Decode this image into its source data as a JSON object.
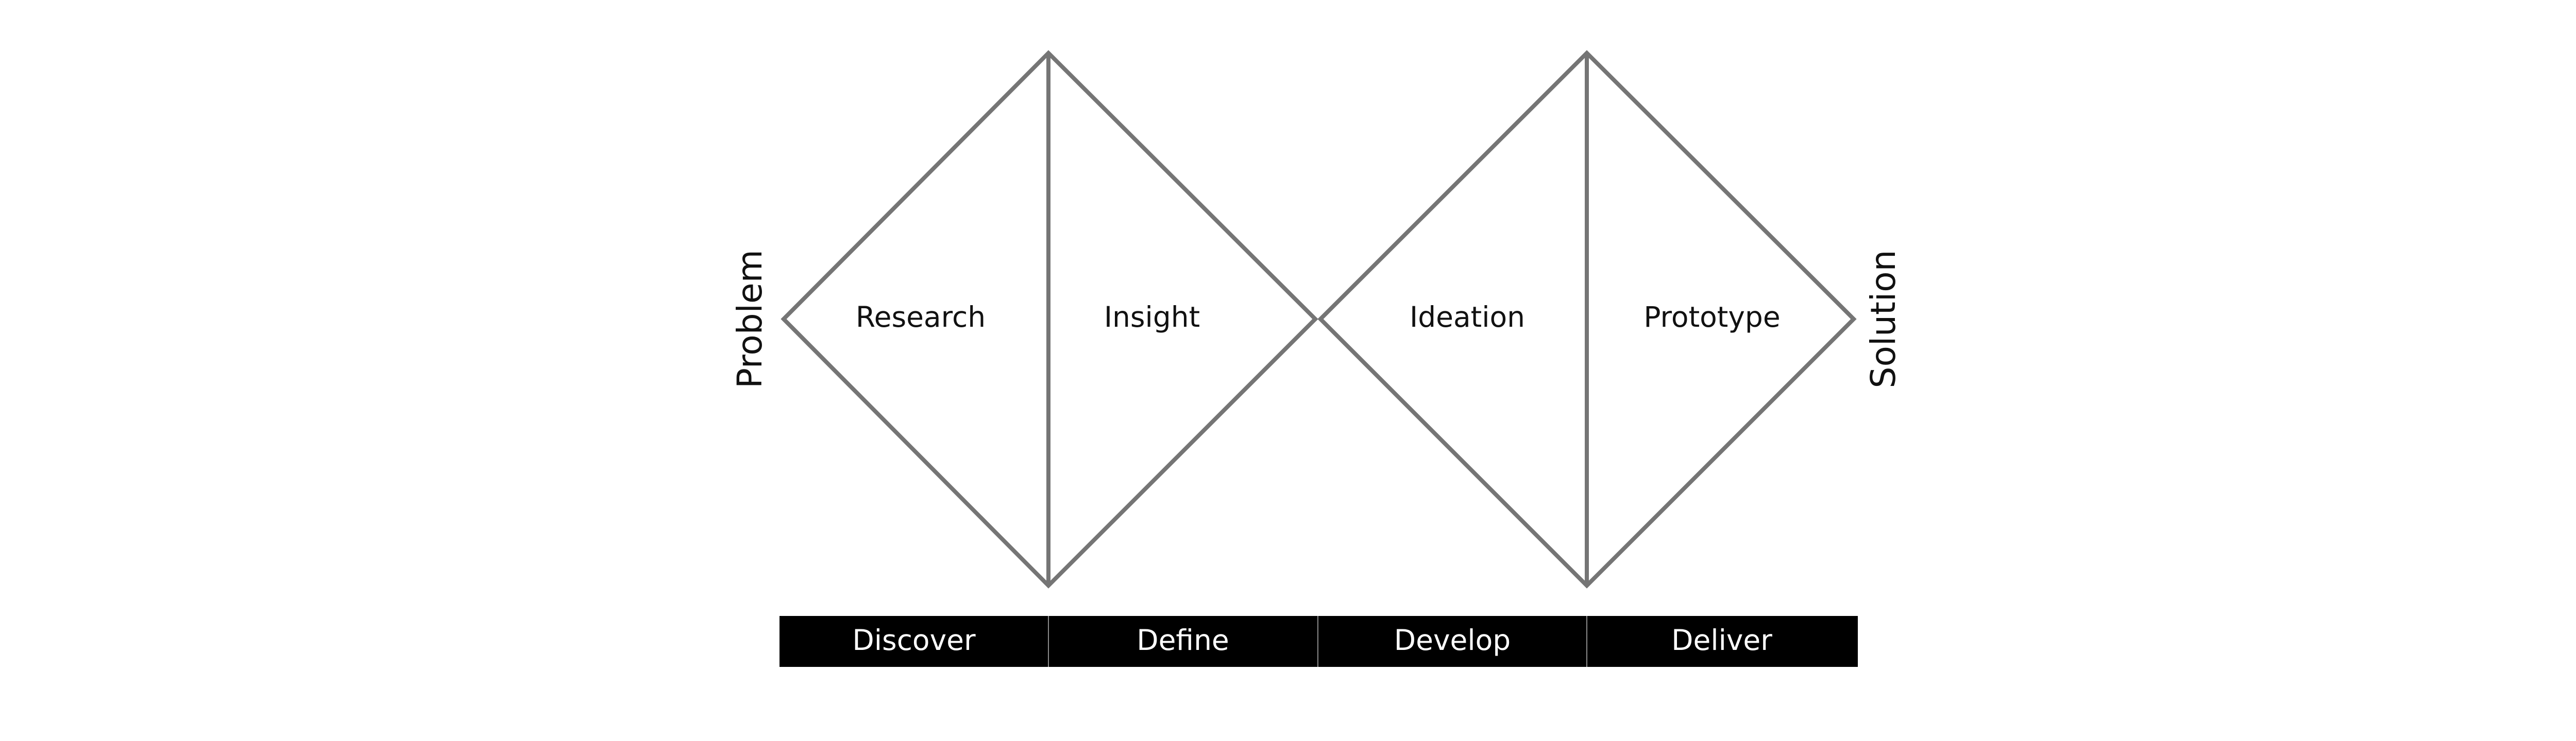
{
  "diagram": {
    "side_labels": {
      "left": "Problem",
      "right": "Solution"
    },
    "stages": [
      {
        "label": "Research"
      },
      {
        "label": "Insight"
      },
      {
        "label": "Ideation"
      },
      {
        "label": "Prototype"
      }
    ],
    "phases": [
      {
        "label": "Discover"
      },
      {
        "label": "Define"
      },
      {
        "label": "Develop"
      },
      {
        "label": "Deliver"
      }
    ],
    "colors": {
      "outline": "#757575",
      "phase_bar": "#000000",
      "phase_text": "#ffffff",
      "text": "#111111"
    }
  }
}
